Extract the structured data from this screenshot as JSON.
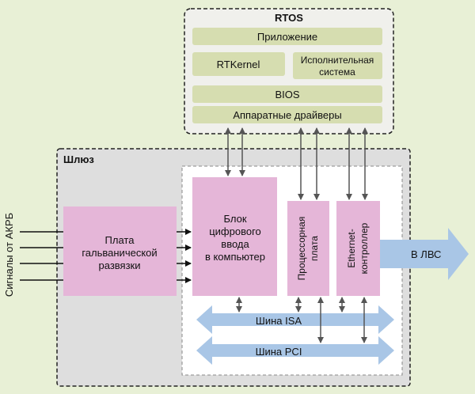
{
  "rtos": {
    "title": "RTOS",
    "application": "Приложение",
    "rtkernel": "RTKernel",
    "exec_line1": "Исполнительная",
    "exec_line2": "система",
    "bios": "BIOS",
    "drivers": "Аппаратные драйверы"
  },
  "gateway": {
    "title": "Шлюз",
    "isolation_line1": "Плата",
    "isolation_line2": "гальванической",
    "isolation_line3": "развязки",
    "digital_line1": "Блок",
    "digital_line2": "цифрового",
    "digital_line3": "ввода",
    "digital_line4": "в компьютер",
    "cpu_line1": "Процессорная",
    "cpu_line2": "плата",
    "eth_line1": "Ethernet-",
    "eth_line2": "контроллер",
    "bus_isa": "Шина ISA",
    "bus_pci": "Шина PCI"
  },
  "signals_label": "Сигналы от АКРБ",
  "lan_label": "В ЛВС",
  "colors": {
    "background": "#e8f0d6",
    "rtos_box": "#f0f0ec",
    "layer": "#d6ddb0",
    "gateway_box": "#dedede",
    "pink_block": "#e5b6d8",
    "bus": "#a9c6e6"
  }
}
